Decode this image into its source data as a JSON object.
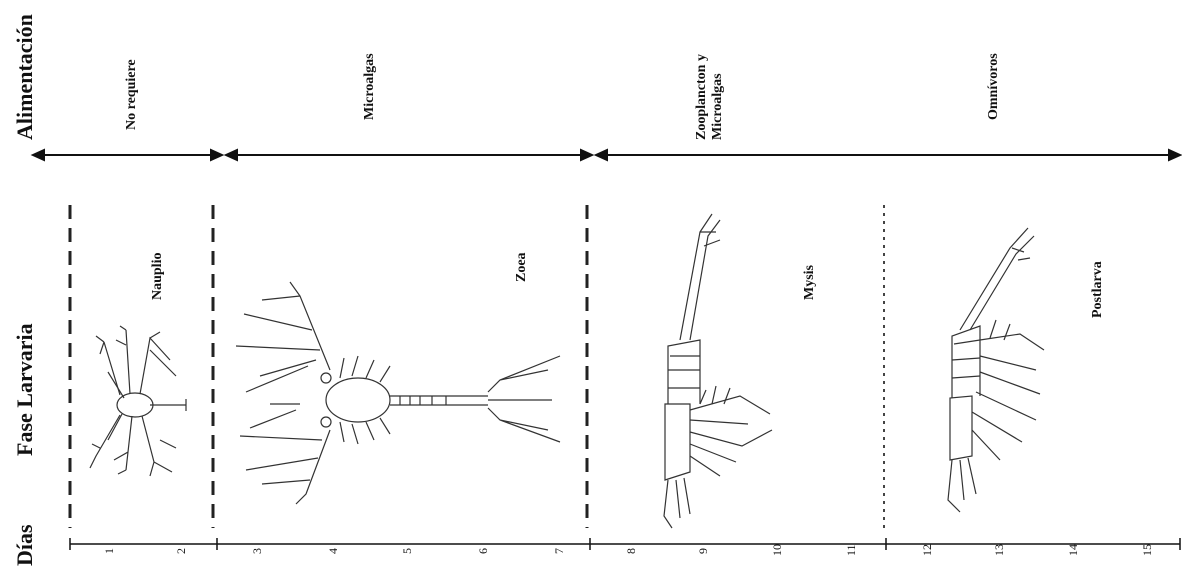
{
  "rows": {
    "feeding": "Alimentación",
    "stage": "Fase Larvaria",
    "days": "Días"
  },
  "feeding_labels": [
    "No requiere",
    "Microalgas",
    "Zooplancton y",
    "Microalgas",
    "Omnívoros"
  ],
  "stage_labels": [
    "Nauplio",
    "Zoea",
    "Mysis",
    "Postlarva"
  ],
  "days": [
    "1",
    "2",
    "3",
    "4",
    "5",
    "6",
    "7",
    "8",
    "9",
    "10",
    "11",
    "12",
    "13",
    "14",
    "15"
  ],
  "icons": [
    "nauplius-drawing",
    "zoea-drawing",
    "mysis-drawing",
    "postlarva-drawing"
  ]
}
